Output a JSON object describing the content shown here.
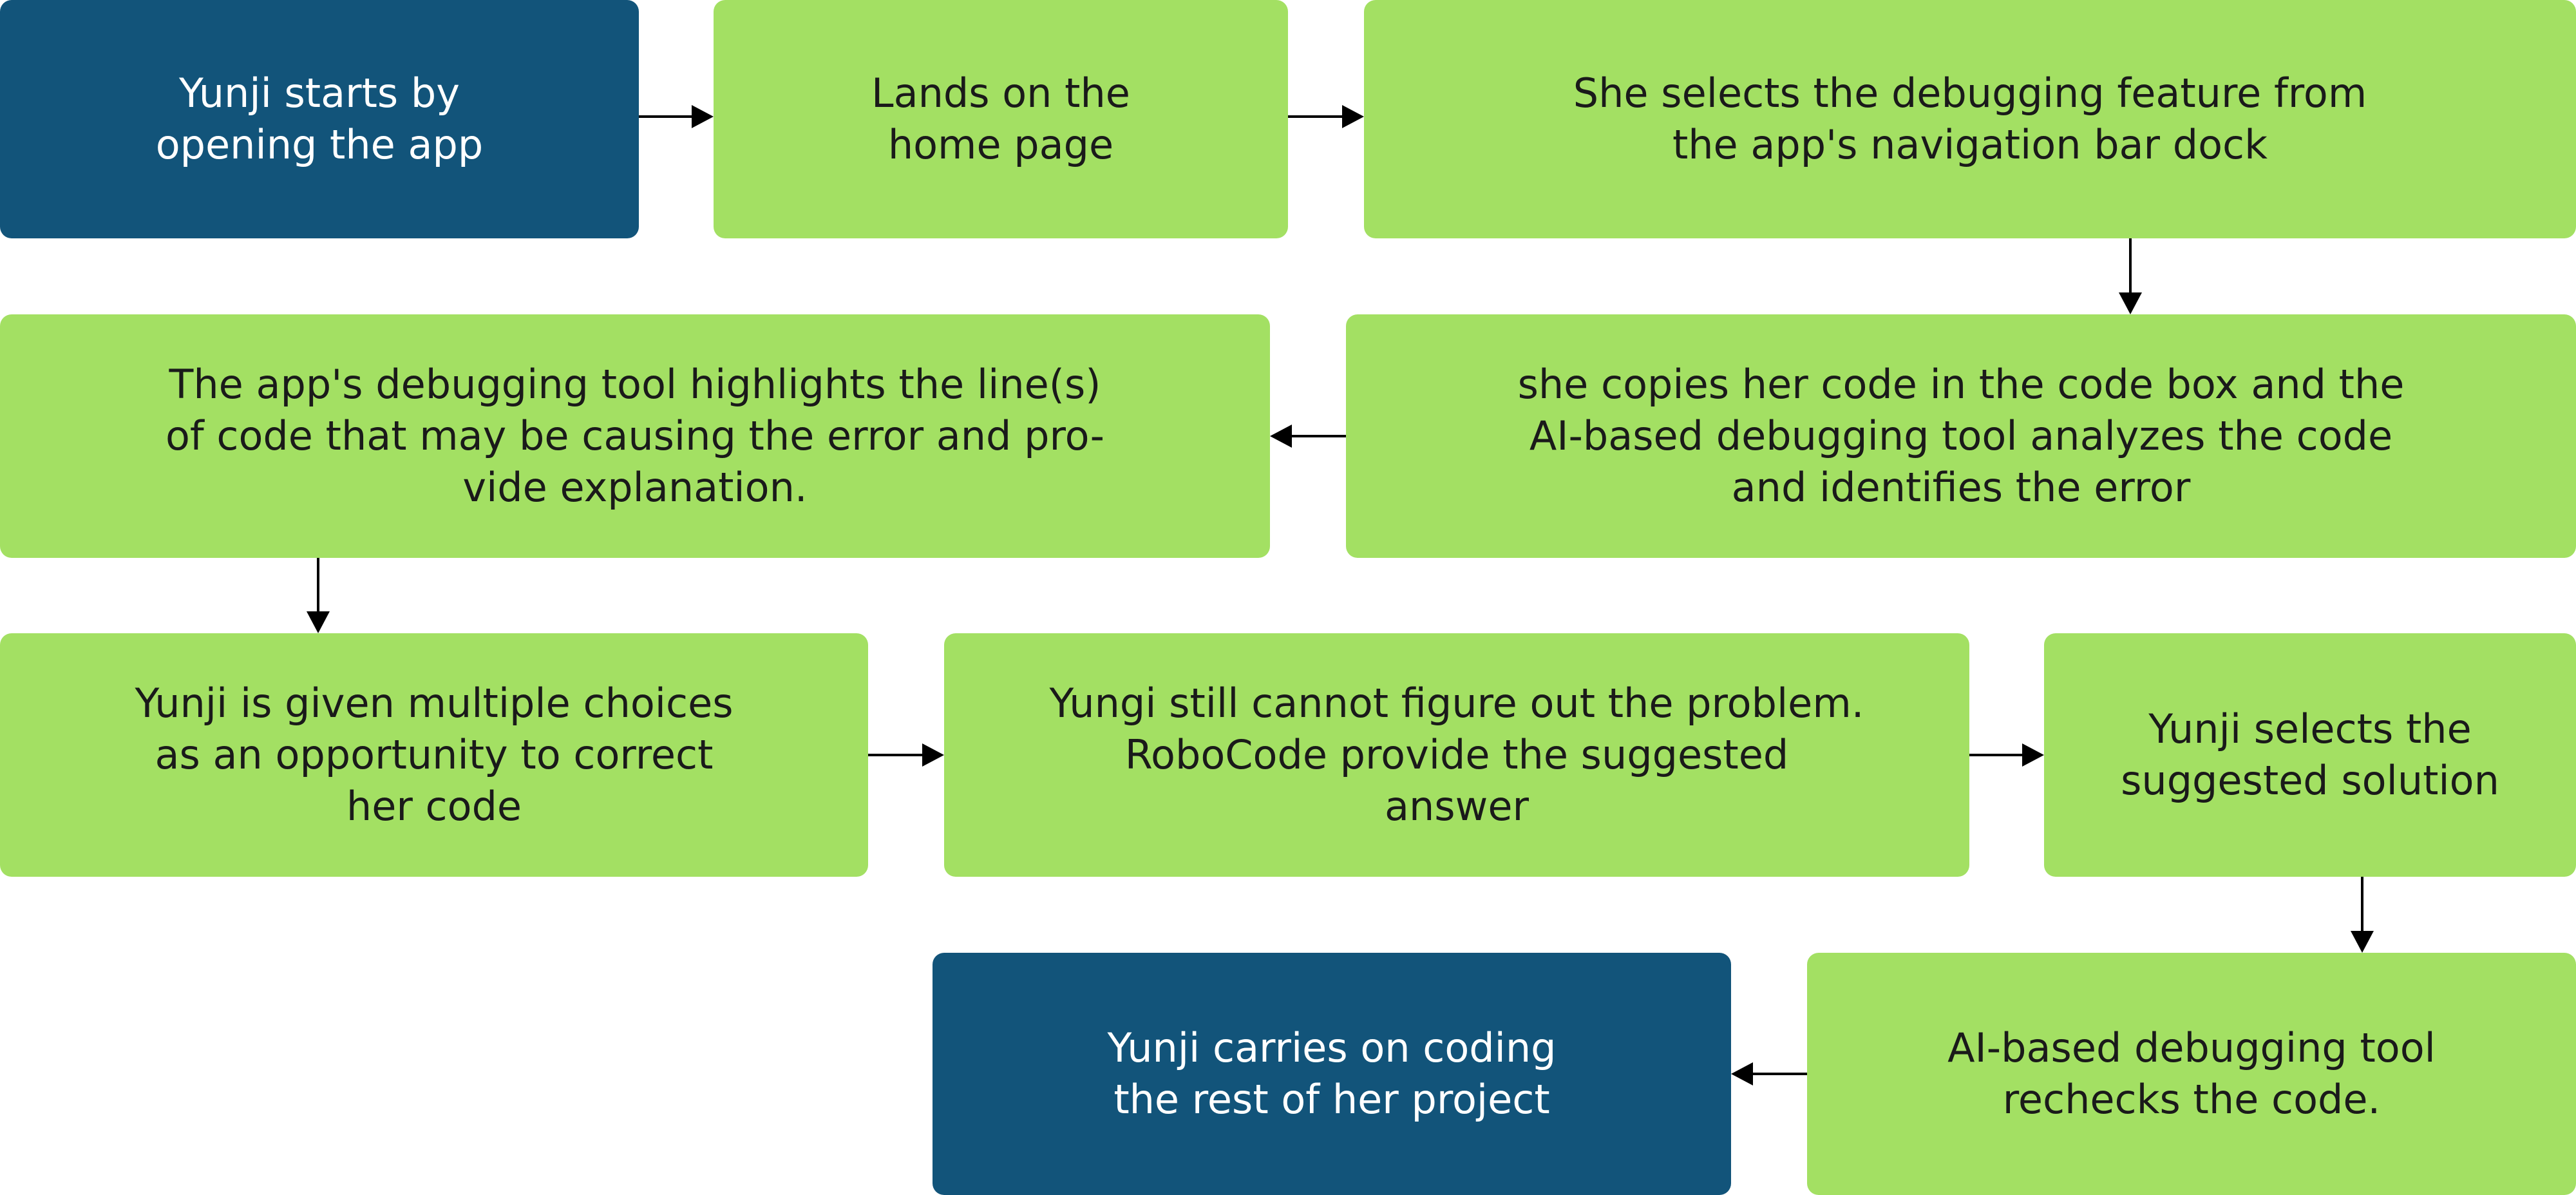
{
  "diagram": {
    "colors": {
      "terminal": "#12547a",
      "step": "#a3e063",
      "arrow": "#000000"
    },
    "nodes": {
      "n1": "Yunji starts by\nopening  the app",
      "n2": "Lands on the\nhome page",
      "n3": "She selects the debugging feature from\nthe app's navigation bar dock",
      "n4": "she copies her code in the code box and the\nAI-based debugging tool analyzes the code\nand identifies the error",
      "n5": "The app's debugging tool highlights the line(s)\nof code that may be causing the error and pro-\nvide explanation.",
      "n6": "Yunji is given multiple choices\nas an opportunity to correct\nher code",
      "n7": "Yungi still cannot figure out the problem.\nRoboCode provide the suggested\nanswer",
      "n8": "Yunji selects the\nsuggested solution",
      "n9": "AI-based debugging tool\nrechecks the code.",
      "n10": "Yunji carries on coding\nthe rest of her project"
    }
  }
}
